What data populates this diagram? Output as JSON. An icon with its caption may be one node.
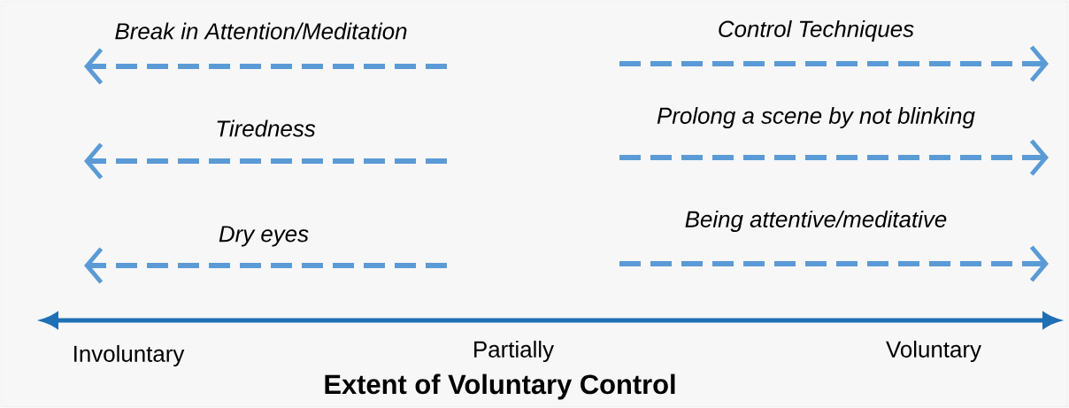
{
  "diagram": {
    "title": "Extent of Voluntary Control",
    "labels": [
      "Break in Attention/Meditation",
      "Control Techniques",
      "Tiredness",
      "Prolong a scene by not blinking",
      "Dry eyes",
      "Being attentive/meditative",
      "Involuntary",
      "Partially",
      "Voluntary"
    ]
  }
}
